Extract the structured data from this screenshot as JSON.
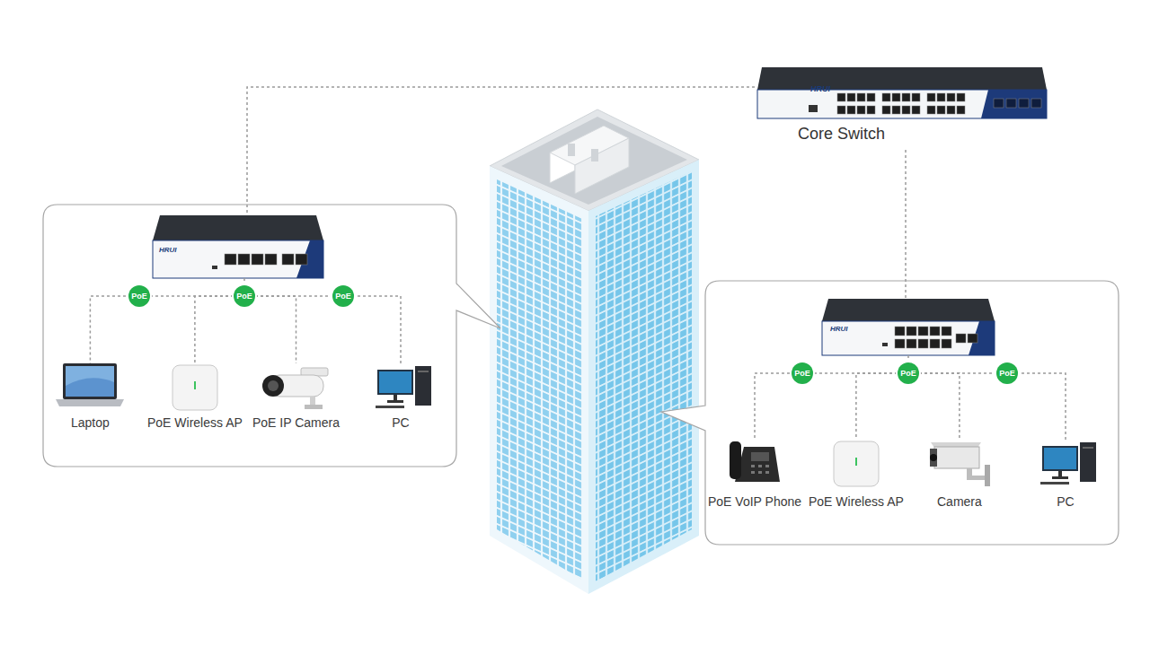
{
  "diagram": {
    "nodes": [
      {
        "text": [
          "HRUI",
          "Core Switch"
        ]
      },
      {
        "text": [
          "HRUI"
        ]
      },
      {
        "text": [
          "HRUI"
        ]
      },
      {
        "text": [
          "PoE"
        ]
      },
      {
        "text": [
          "Laptop"
        ]
      },
      {
        "text": [
          "PoE Wireless AP"
        ]
      },
      {
        "text": [
          "PoE IP Camera"
        ]
      },
      {
        "text": [
          "PC"
        ]
      },
      {
        "text": [
          "PoE"
        ]
      },
      {
        "text": [
          "PoE VoIP Phone"
        ]
      },
      {
        "text": [
          "PoE Wireless AP"
        ]
      },
      {
        "text": [
          "Camera"
        ]
      },
      {
        "text": [
          "PC"
        ]
      }
    ],
    "edges": [
      {
        "from": 0,
        "to": 1,
        "arrow": "none"
      },
      {
        "from": 0,
        "to": 2,
        "arrow": "none"
      },
      {
        "from": 1,
        "to": 3,
        "arrow": "none"
      },
      {
        "from": 2,
        "to": 8,
        "arrow": "none"
      },
      {
        "from": 3,
        "to": 4,
        "label": "PoE",
        "arrow": "none"
      },
      {
        "from": 3,
        "to": 5,
        "arrow": "none"
      },
      {
        "from": 3,
        "to": 6,
        "arrow": "none"
      },
      {
        "from": 3,
        "to": 7,
        "label": "PoE",
        "arrow": "none"
      },
      {
        "from": 8,
        "to": 9,
        "label": "PoE",
        "arrow": "none"
      },
      {
        "from": 8,
        "to": 10,
        "arrow": "none"
      },
      {
        "from": 8,
        "to": 11,
        "arrow": "none"
      },
      {
        "from": 8,
        "to": 12,
        "label": "PoE",
        "arrow": "none"
      }
    ]
  }
}
